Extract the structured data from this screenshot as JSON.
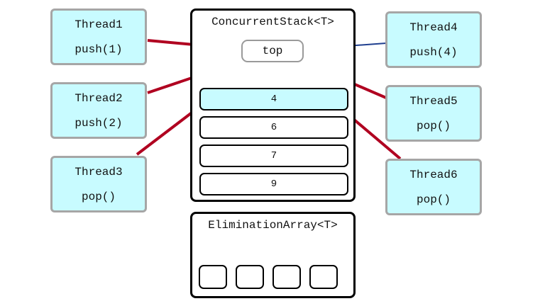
{
  "stack": {
    "title": "ConcurrentStack<T>",
    "top_label": "top",
    "nodes": [
      "4",
      "6",
      "7",
      "9"
    ]
  },
  "elimination": {
    "title": "EliminationArray<T>",
    "slot_count": 4
  },
  "threads": [
    {
      "name": "Thread1",
      "op": "push(1)"
    },
    {
      "name": "Thread2",
      "op": "push(2)"
    },
    {
      "name": "Thread3",
      "op": "pop()"
    },
    {
      "name": "Thread4",
      "op": "push(4)"
    },
    {
      "name": "Thread5",
      "op": "pop()"
    },
    {
      "name": "Thread6",
      "op": "pop()"
    }
  ],
  "colors": {
    "thread_fill": "#c8fbff",
    "thread_border": "#a6a6a6",
    "arrow_red": "#b00020",
    "arrow_blue": "#1f3f8f"
  }
}
